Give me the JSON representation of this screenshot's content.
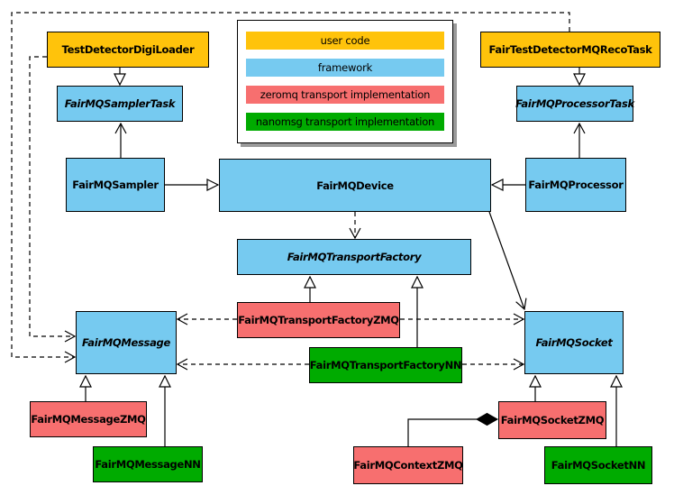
{
  "diagram": {
    "kind": "uml-class-diagram",
    "subject": "FairMQ framework classes and transport implementations"
  },
  "colors": {
    "user_code": "#FFC30B",
    "framework": "#76CAF0",
    "zeromq": "#F76F6F",
    "nanomsg": "#00AB00",
    "outline": "#000000",
    "background": "#FFFFFF",
    "legend_shadow": "#9A9A9A"
  },
  "legend": {
    "items": [
      {
        "label": "user code",
        "color_key": "user_code"
      },
      {
        "label": "framework",
        "color_key": "framework"
      },
      {
        "label": "zeromq transport implementation",
        "color_key": "zeromq"
      },
      {
        "label": "nanomsg transport implementation",
        "color_key": "nanomsg"
      }
    ]
  },
  "nodes": {
    "TestDetectorDigiLoader": {
      "label": "TestDetectorDigiLoader",
      "category": "user_code",
      "abstract": false
    },
    "FairMQSamplerTask": {
      "label": "FairMQSamplerTask",
      "category": "framework",
      "abstract": true
    },
    "FairMQSampler": {
      "label": "FairMQSampler",
      "category": "framework",
      "abstract": false
    },
    "FairTestDetectorMQRecoTask": {
      "label": "FairTestDetectorMQRecoTask",
      "category": "user_code",
      "abstract": false
    },
    "FairMQProcessorTask": {
      "label": "FairMQProcessorTask",
      "category": "framework",
      "abstract": true
    },
    "FairMQProcessor": {
      "label": "FairMQProcessor",
      "category": "framework",
      "abstract": false
    },
    "FairMQDevice": {
      "label": "FairMQDevice",
      "category": "framework",
      "abstract": false
    },
    "FairMQTransportFactory": {
      "label": "FairMQTransportFactory",
      "category": "framework",
      "abstract": true
    },
    "FairMQTransportFactoryZMQ": {
      "label": "FairMQTransportFactoryZMQ",
      "category": "zeromq",
      "abstract": false
    },
    "FairMQTransportFactoryNN": {
      "label": "FairMQTransportFactoryNN",
      "category": "nanomsg",
      "abstract": false
    },
    "FairMQMessage": {
      "label": "FairMQMessage",
      "category": "framework",
      "abstract": true
    },
    "FairMQSocket": {
      "label": "FairMQSocket",
      "category": "framework",
      "abstract": true
    },
    "FairMQMessageZMQ": {
      "label": "FairMQMessageZMQ",
      "category": "zeromq",
      "abstract": false
    },
    "FairMQMessageNN": {
      "label": "FairMQMessageNN",
      "category": "nanomsg",
      "abstract": false
    },
    "FairMQSocketZMQ": {
      "label": "FairMQSocketZMQ",
      "category": "zeromq",
      "abstract": false
    },
    "FairMQContextZMQ": {
      "label": "FairMQContextZMQ",
      "category": "zeromq",
      "abstract": false
    },
    "FairMQSocketNN": {
      "label": "FairMQSocketNN",
      "category": "nanomsg",
      "abstract": false
    }
  },
  "relationships": [
    {
      "from": "TestDetectorDigiLoader",
      "to": "FairMQSamplerTask",
      "type": "inheritance"
    },
    {
      "from": "FairTestDetectorMQRecoTask",
      "to": "FairMQProcessorTask",
      "type": "inheritance"
    },
    {
      "from": "FairMQSampler",
      "to": "FairMQDevice",
      "type": "inheritance"
    },
    {
      "from": "FairMQProcessor",
      "to": "FairMQDevice",
      "type": "inheritance"
    },
    {
      "from": "FairMQTransportFactoryZMQ",
      "to": "FairMQTransportFactory",
      "type": "inheritance"
    },
    {
      "from": "FairMQTransportFactoryNN",
      "to": "FairMQTransportFactory",
      "type": "inheritance"
    },
    {
      "from": "FairMQMessageZMQ",
      "to": "FairMQMessage",
      "type": "inheritance"
    },
    {
      "from": "FairMQMessageNN",
      "to": "FairMQMessage",
      "type": "inheritance"
    },
    {
      "from": "FairMQSocketZMQ",
      "to": "FairMQSocket",
      "type": "inheritance"
    },
    {
      "from": "FairMQSocketNN",
      "to": "FairMQSocket",
      "type": "inheritance"
    },
    {
      "from": "FairMQSampler",
      "to": "FairMQSamplerTask",
      "type": "association"
    },
    {
      "from": "FairMQProcessor",
      "to": "FairMQProcessorTask",
      "type": "association"
    },
    {
      "from": "FairMQDevice",
      "to": "FairMQSocket",
      "type": "association"
    },
    {
      "from": "FairMQDevice",
      "to": "FairMQTransportFactory",
      "type": "dependency"
    },
    {
      "from": "TestDetectorDigiLoader",
      "to": "FairMQMessage",
      "type": "dependency"
    },
    {
      "from": "FairTestDetectorMQRecoTask",
      "to": "FairMQMessage",
      "type": "dependency"
    },
    {
      "from": "FairMQTransportFactoryZMQ",
      "to": "FairMQMessage",
      "type": "dependency"
    },
    {
      "from": "FairMQTransportFactoryZMQ",
      "to": "FairMQSocket",
      "type": "dependency"
    },
    {
      "from": "FairMQTransportFactoryNN",
      "to": "FairMQMessage",
      "type": "dependency"
    },
    {
      "from": "FairMQTransportFactoryNN",
      "to": "FairMQSocket",
      "type": "dependency"
    },
    {
      "from": "FairMQContextZMQ",
      "to": "FairMQSocketZMQ",
      "type": "composition"
    }
  ]
}
